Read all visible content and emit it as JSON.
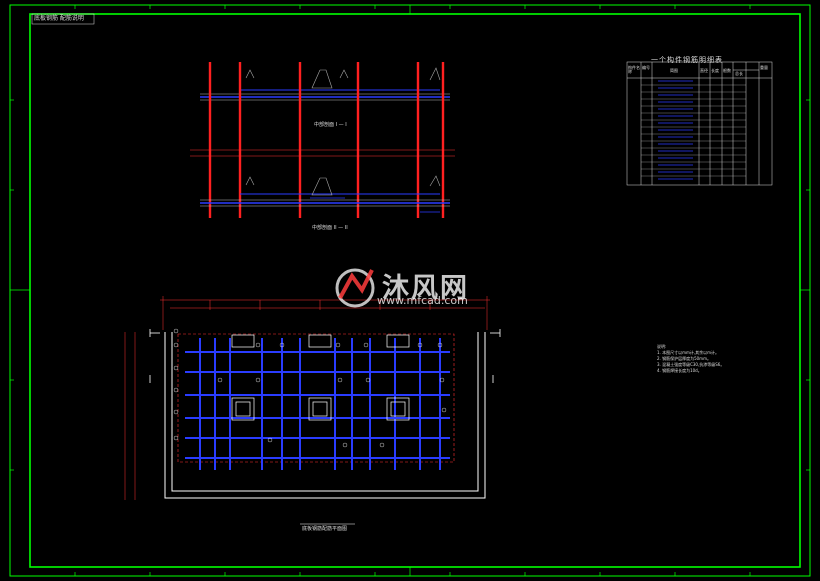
{
  "drawing": {
    "title_tab": "底板钢筋 配筋说明",
    "section_1_title": "中部剖面 I — I",
    "section_2_title": "中部剖面 II — II",
    "plan_title": "底板钢筋配筋平面图",
    "table_title": "一个构件钢筋明细表",
    "table_headers": [
      "构件名称",
      "编号",
      "简图",
      "直径",
      "长度",
      "根数",
      "总长",
      "重量"
    ],
    "table_rows": 15,
    "notes_title": "说明:",
    "notes": [
      "1. 本图尺寸以mm计,其余以m计。",
      "2. 钢筋保护层厚度为50mm。",
      "3. 混凝土强度等级C30,抗渗等级S6。",
      "4. 钢筋焊接长度为10d。"
    ],
    "watermark_name": "沐风网",
    "watermark_url": "www.mfcad.com"
  },
  "colors": {
    "frame": "#00ff00",
    "wall": "#ff2020",
    "rebar": "#2a3cff",
    "dim": "#ff3030",
    "text": "#dddddd",
    "background": "#000000"
  },
  "icons": [
    "watermark-logo-icon"
  ]
}
